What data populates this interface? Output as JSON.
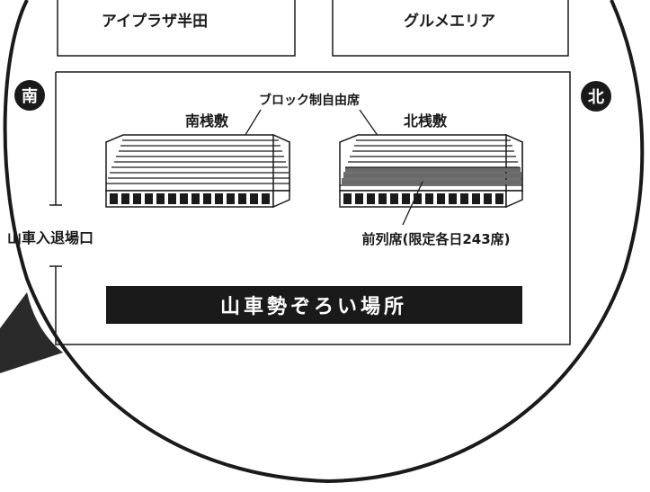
{
  "areas": {
    "top_left": "アイプラザ半田",
    "top_right": "グルメエリア"
  },
  "directions": {
    "south": "南",
    "north": "北"
  },
  "stands": {
    "south": "南桟敷",
    "north": "北桟敷"
  },
  "annotations": {
    "block_seating": "ブロック制自由席",
    "front_row": "前列席(限定各日243席)"
  },
  "entrance": "山車入退場口",
  "float_area": "山車勢ぞろい場所",
  "colors": {
    "ink": "#1a1a1a",
    "background": "#ffffff",
    "front_row_band": "#6a6a6a"
  }
}
